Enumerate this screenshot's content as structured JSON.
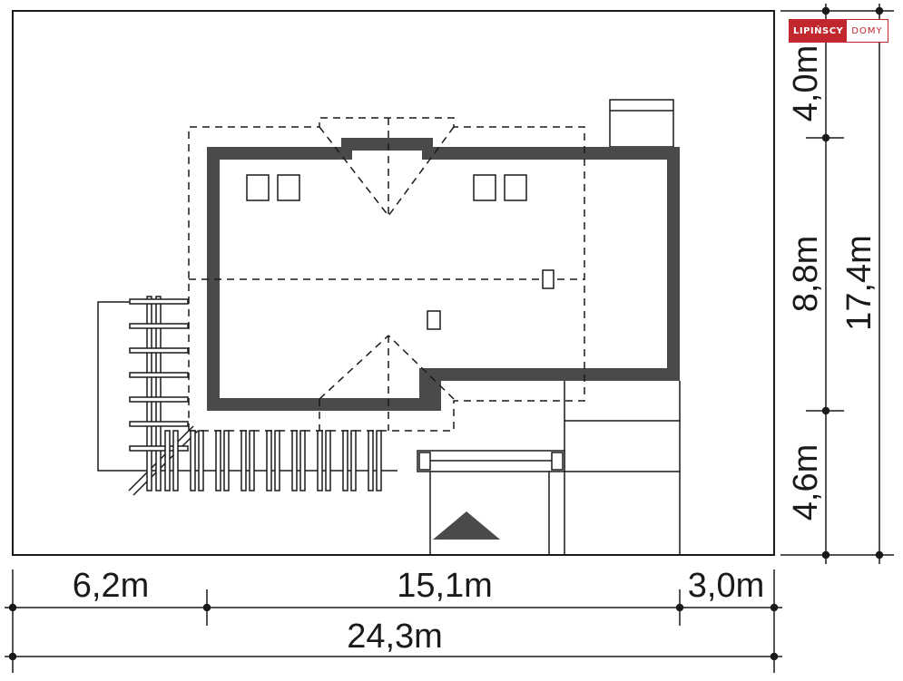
{
  "logo": {
    "brand": "LIPIŃSCY",
    "suffix": "DOMY",
    "color": "#c1272d"
  },
  "dimensions": {
    "bottom_parts": [
      "6,2m",
      "15,1m",
      "3,0m"
    ],
    "bottom_total": "24,3m",
    "right_parts": [
      "4,0m",
      "8,8m",
      "4,6m"
    ],
    "right_total": "17,4m"
  },
  "colors": {
    "wall": "#4a4a4a",
    "line": "#1a1a1a",
    "accent": "#c1272d"
  }
}
